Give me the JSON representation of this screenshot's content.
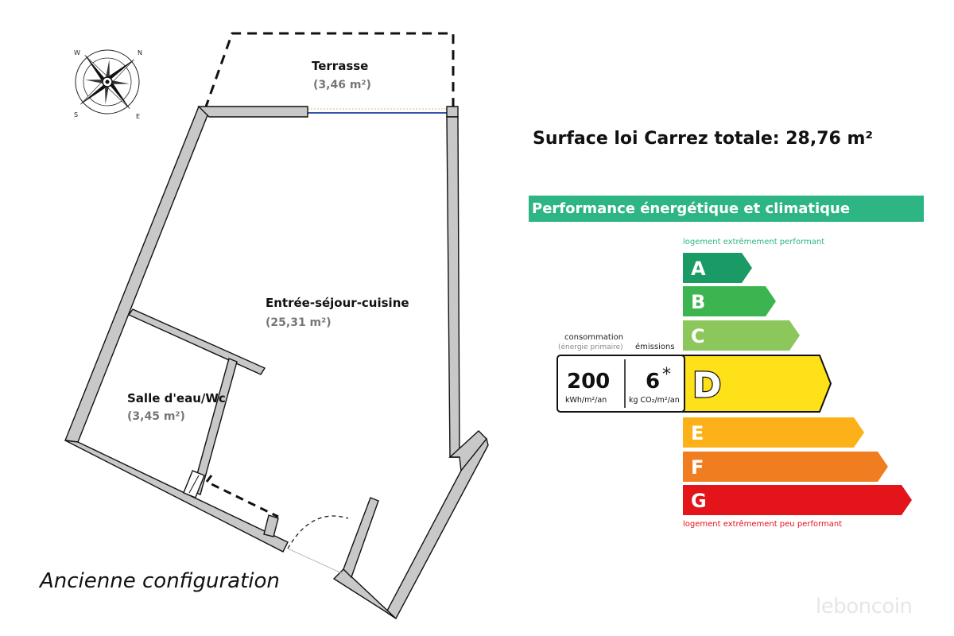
{
  "floorplan": {
    "rooms": [
      {
        "name": "Terrasse",
        "area": "(3,46 m²)"
      },
      {
        "name": "Entrée-séjour-cuisine",
        "area": "(25,31 m²)"
      },
      {
        "name": "Salle d'eau/Wc",
        "area": "(3,45 m²)"
      }
    ],
    "caption": "Ancienne configuration",
    "compass": {
      "n": "N",
      "s": "S",
      "e": "E",
      "w": "W"
    }
  },
  "surface": "Surface loi Carrez totale: 28,76 m²",
  "dpe": {
    "header": "Performance énergétique et climatique",
    "top_label": "logement extrêmement performant",
    "bottom_label": "logement extrêmement peu performant",
    "classes": [
      {
        "letter": "A",
        "color": "#1a9a64"
      },
      {
        "letter": "B",
        "color": "#3cb550"
      },
      {
        "letter": "C",
        "color": "#8bc75a"
      },
      {
        "letter": "D",
        "color": "#ffe11a"
      },
      {
        "letter": "E",
        "color": "#fbb117"
      },
      {
        "letter": "F",
        "color": "#f07e20"
      },
      {
        "letter": "G",
        "color": "#e3141a"
      }
    ],
    "current_class": "D",
    "consumption_label": "consommation",
    "consumption_sublabel": "(énergie primaire)",
    "emissions_label": "émissions",
    "consumption_value": "200",
    "consumption_unit": "kWh/m²/an",
    "emissions_value": "6",
    "emissions_mark": "*",
    "emissions_unit": "kg CO₂/m²/an",
    "top_label_color": "#2db584",
    "bottom_label_color": "#e3141a"
  },
  "watermark": "leboncoin"
}
